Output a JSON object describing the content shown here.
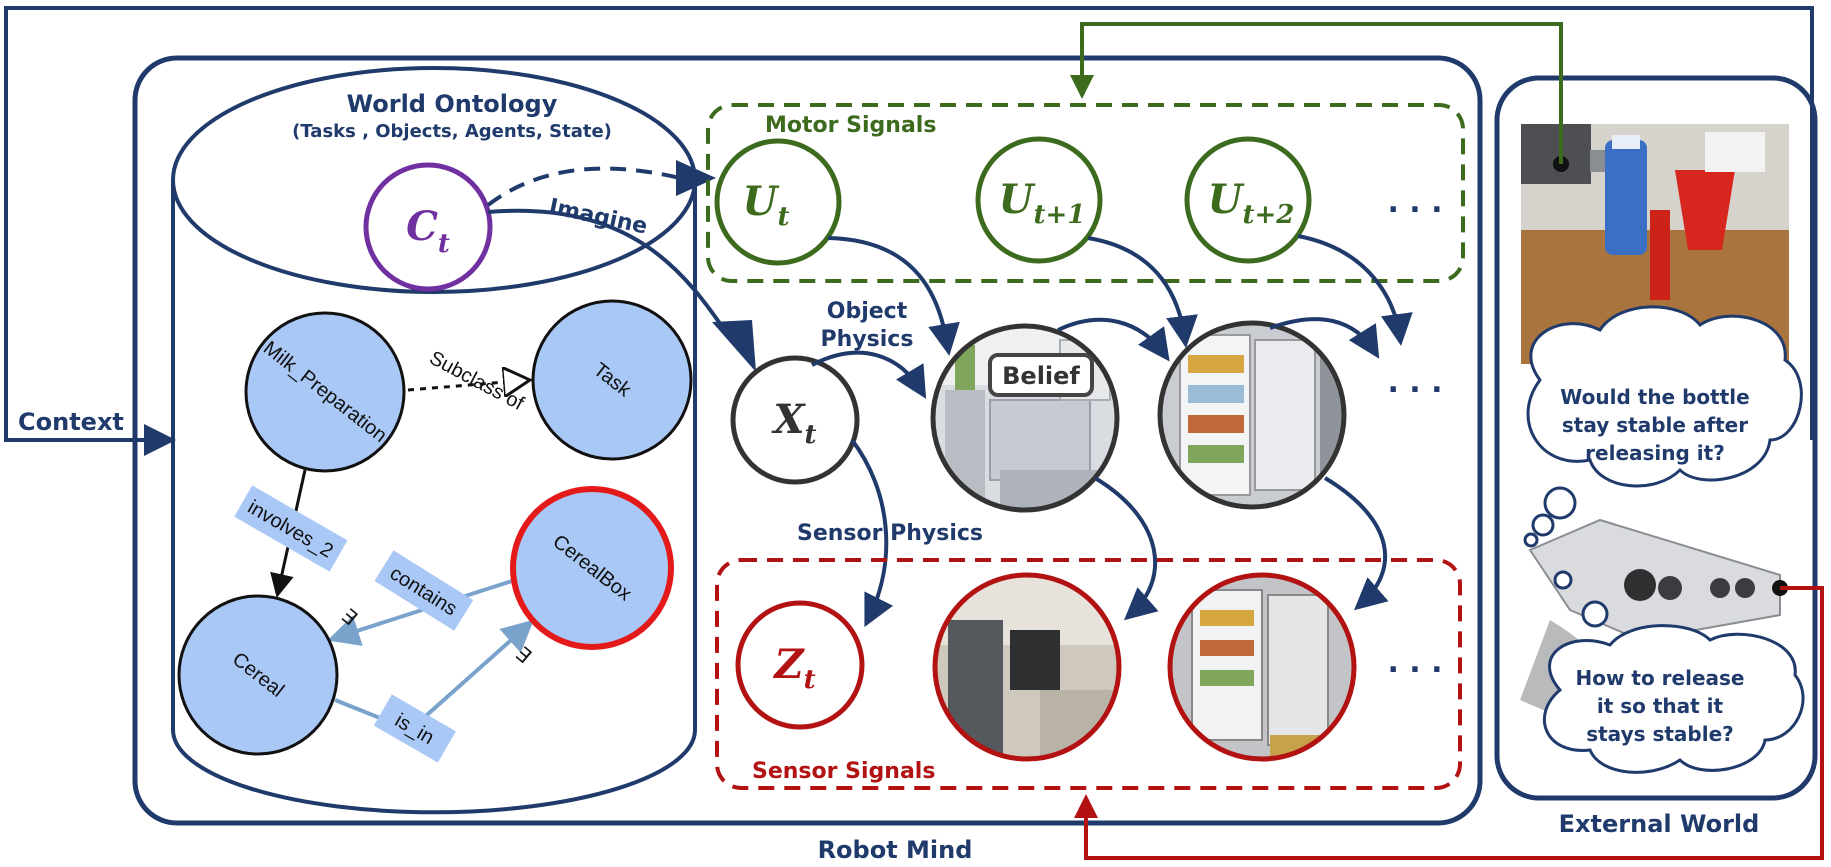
{
  "labels": {
    "context": "Context",
    "robot_mind": "Robot Mind",
    "external_world": "External World",
    "world_ontology_title": "World Ontology",
    "world_ontology_subtitle": "(Tasks , Objects, Agents, State)",
    "imagine": "Imagine",
    "motor_signals": "Motor Signals",
    "sensor_signals": "Sensor Signals",
    "object_physics_1": "Object",
    "object_physics_2": "Physics",
    "sensor_physics": "Sensor  Physics",
    "belief": "Belief",
    "ellipsis": ". . ."
  },
  "variables": {
    "c": {
      "base": "C",
      "sub": "t"
    },
    "u0": {
      "base": "U",
      "sub": "t"
    },
    "u1": {
      "base": "U",
      "sub": "t+1"
    },
    "u2": {
      "base": "U",
      "sub": "t+2"
    },
    "x": {
      "base": "X",
      "sub": "t"
    },
    "z": {
      "base": "Z",
      "sub": "t"
    }
  },
  "ontology": {
    "nodes": {
      "milk": "Milk_Preparation",
      "task": "Task",
      "cereal": "Cereal",
      "cerealbox": "CerealBox"
    },
    "edges": {
      "subclass_of": "Subclass of",
      "involves": "involves_2",
      "contains": "contains",
      "is_in": "is_in",
      "exists": "∃"
    }
  },
  "questions": {
    "q1": [
      "Would the bottle",
      "stay stable after",
      "releasing it?"
    ],
    "q2": [
      "How to release",
      "it so that it",
      "stays stable?"
    ]
  },
  "colors": {
    "navy": "#1f3a6b",
    "green": "#3d6b1e",
    "red": "#b21212",
    "purple": "#7030a0",
    "node_fill": "#a9c8f5",
    "node_red_border": "#e41a1a"
  }
}
